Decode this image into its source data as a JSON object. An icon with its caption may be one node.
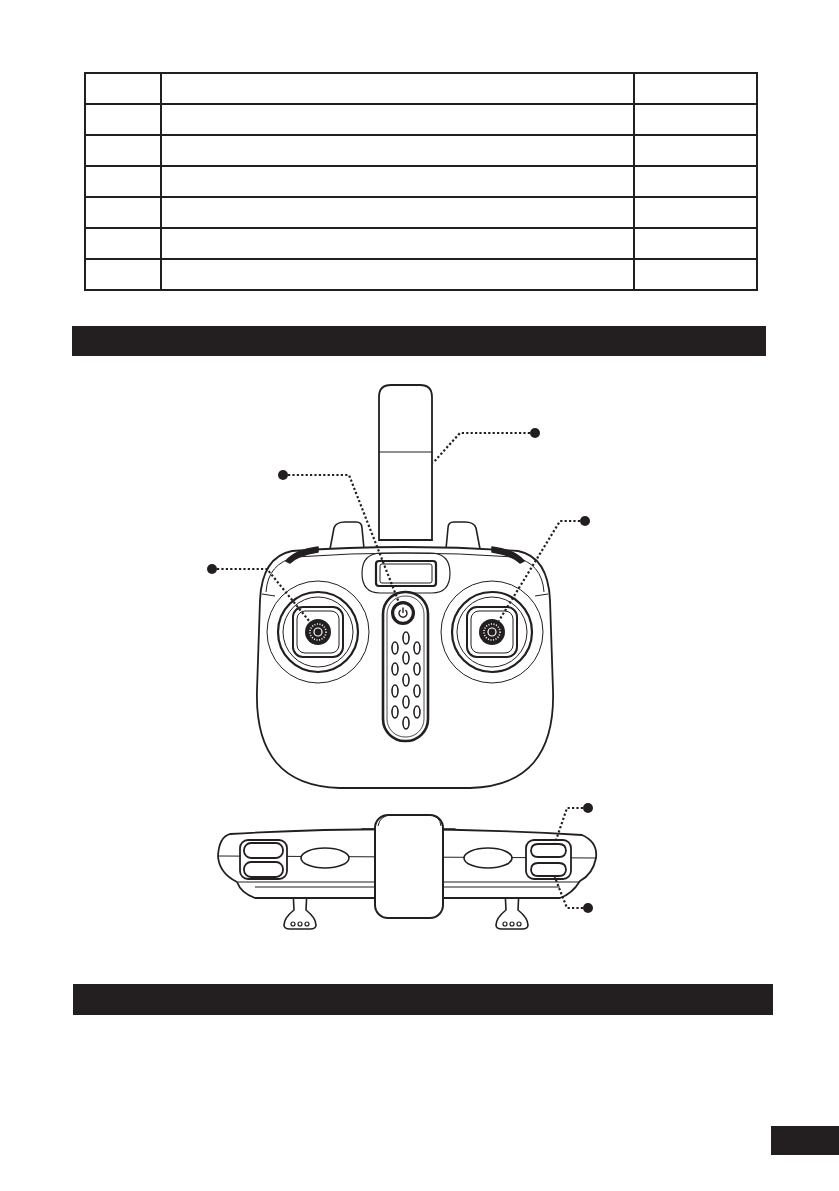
{
  "diagram": {
    "nodes": [
      {
        "text": [],
        "shape": "circle"
      },
      {
        "text": [],
        "shape": "circle"
      },
      {
        "text": [],
        "shape": "circle"
      },
      {
        "text": [],
        "shape": "circle"
      },
      {
        "text": [],
        "shape": "circle"
      },
      {
        "text": [],
        "shape": "circle"
      },
      {
        "text": [],
        "shape": "box"
      },
      {
        "text": [],
        "shape": "circle"
      },
      {
        "text": [],
        "shape": "circle"
      },
      {
        "text": [],
        "shape": "circle"
      },
      {
        "text": [],
        "shape": "box"
      },
      {
        "text": [],
        "shape": "box"
      }
    ],
    "edges": [
      {
        "from": 0,
        "to": 6,
        "arrow": "none"
      },
      {
        "from": 1,
        "to": 7,
        "arrow": "none"
      },
      {
        "from": 2,
        "to": 9,
        "arrow": "none"
      },
      {
        "from": 3,
        "to": 8,
        "arrow": "none"
      },
      {
        "from": 4,
        "to": 10,
        "arrow": "none"
      },
      {
        "from": 5,
        "to": 11,
        "arrow": "none"
      }
    ]
  }
}
